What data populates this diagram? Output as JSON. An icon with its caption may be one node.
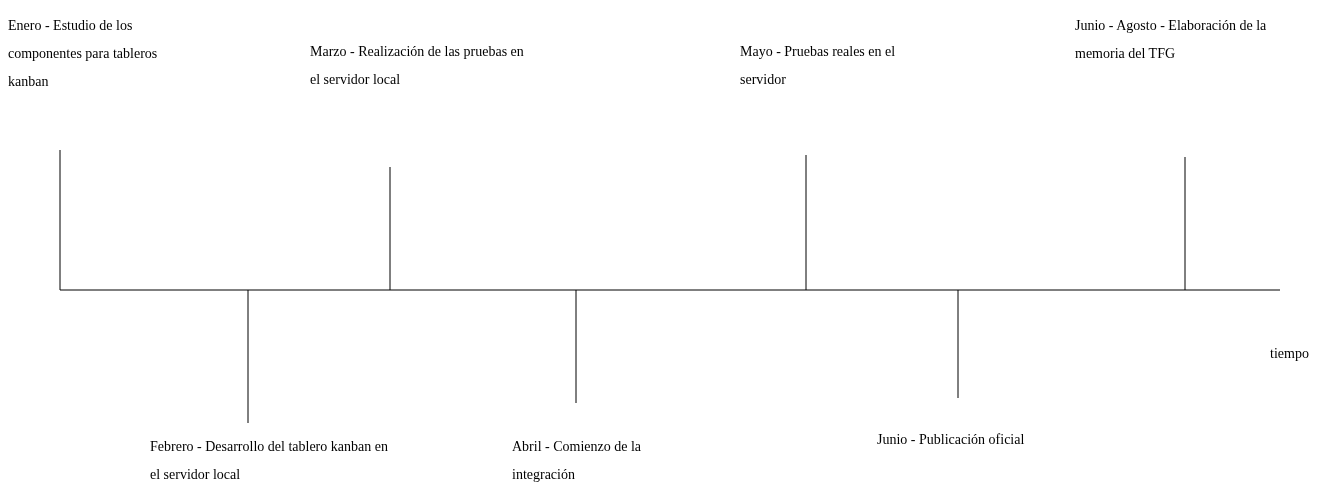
{
  "diagram": {
    "labels": [
      "Enero - Estudio de los componentes para tableros kanban",
      "Marzo - Realización de las pruebas en el servidor local",
      "Mayo - Pruebas reales en el servidor",
      "Junio - Agosto - Elaboración de la memoria del TFG",
      "Febrero - Desarrollo del tablero kanban en el servidor local",
      "Abril - Comienzo de la integración",
      "Junio - Publicación oficial",
      "tiempo"
    ]
  }
}
